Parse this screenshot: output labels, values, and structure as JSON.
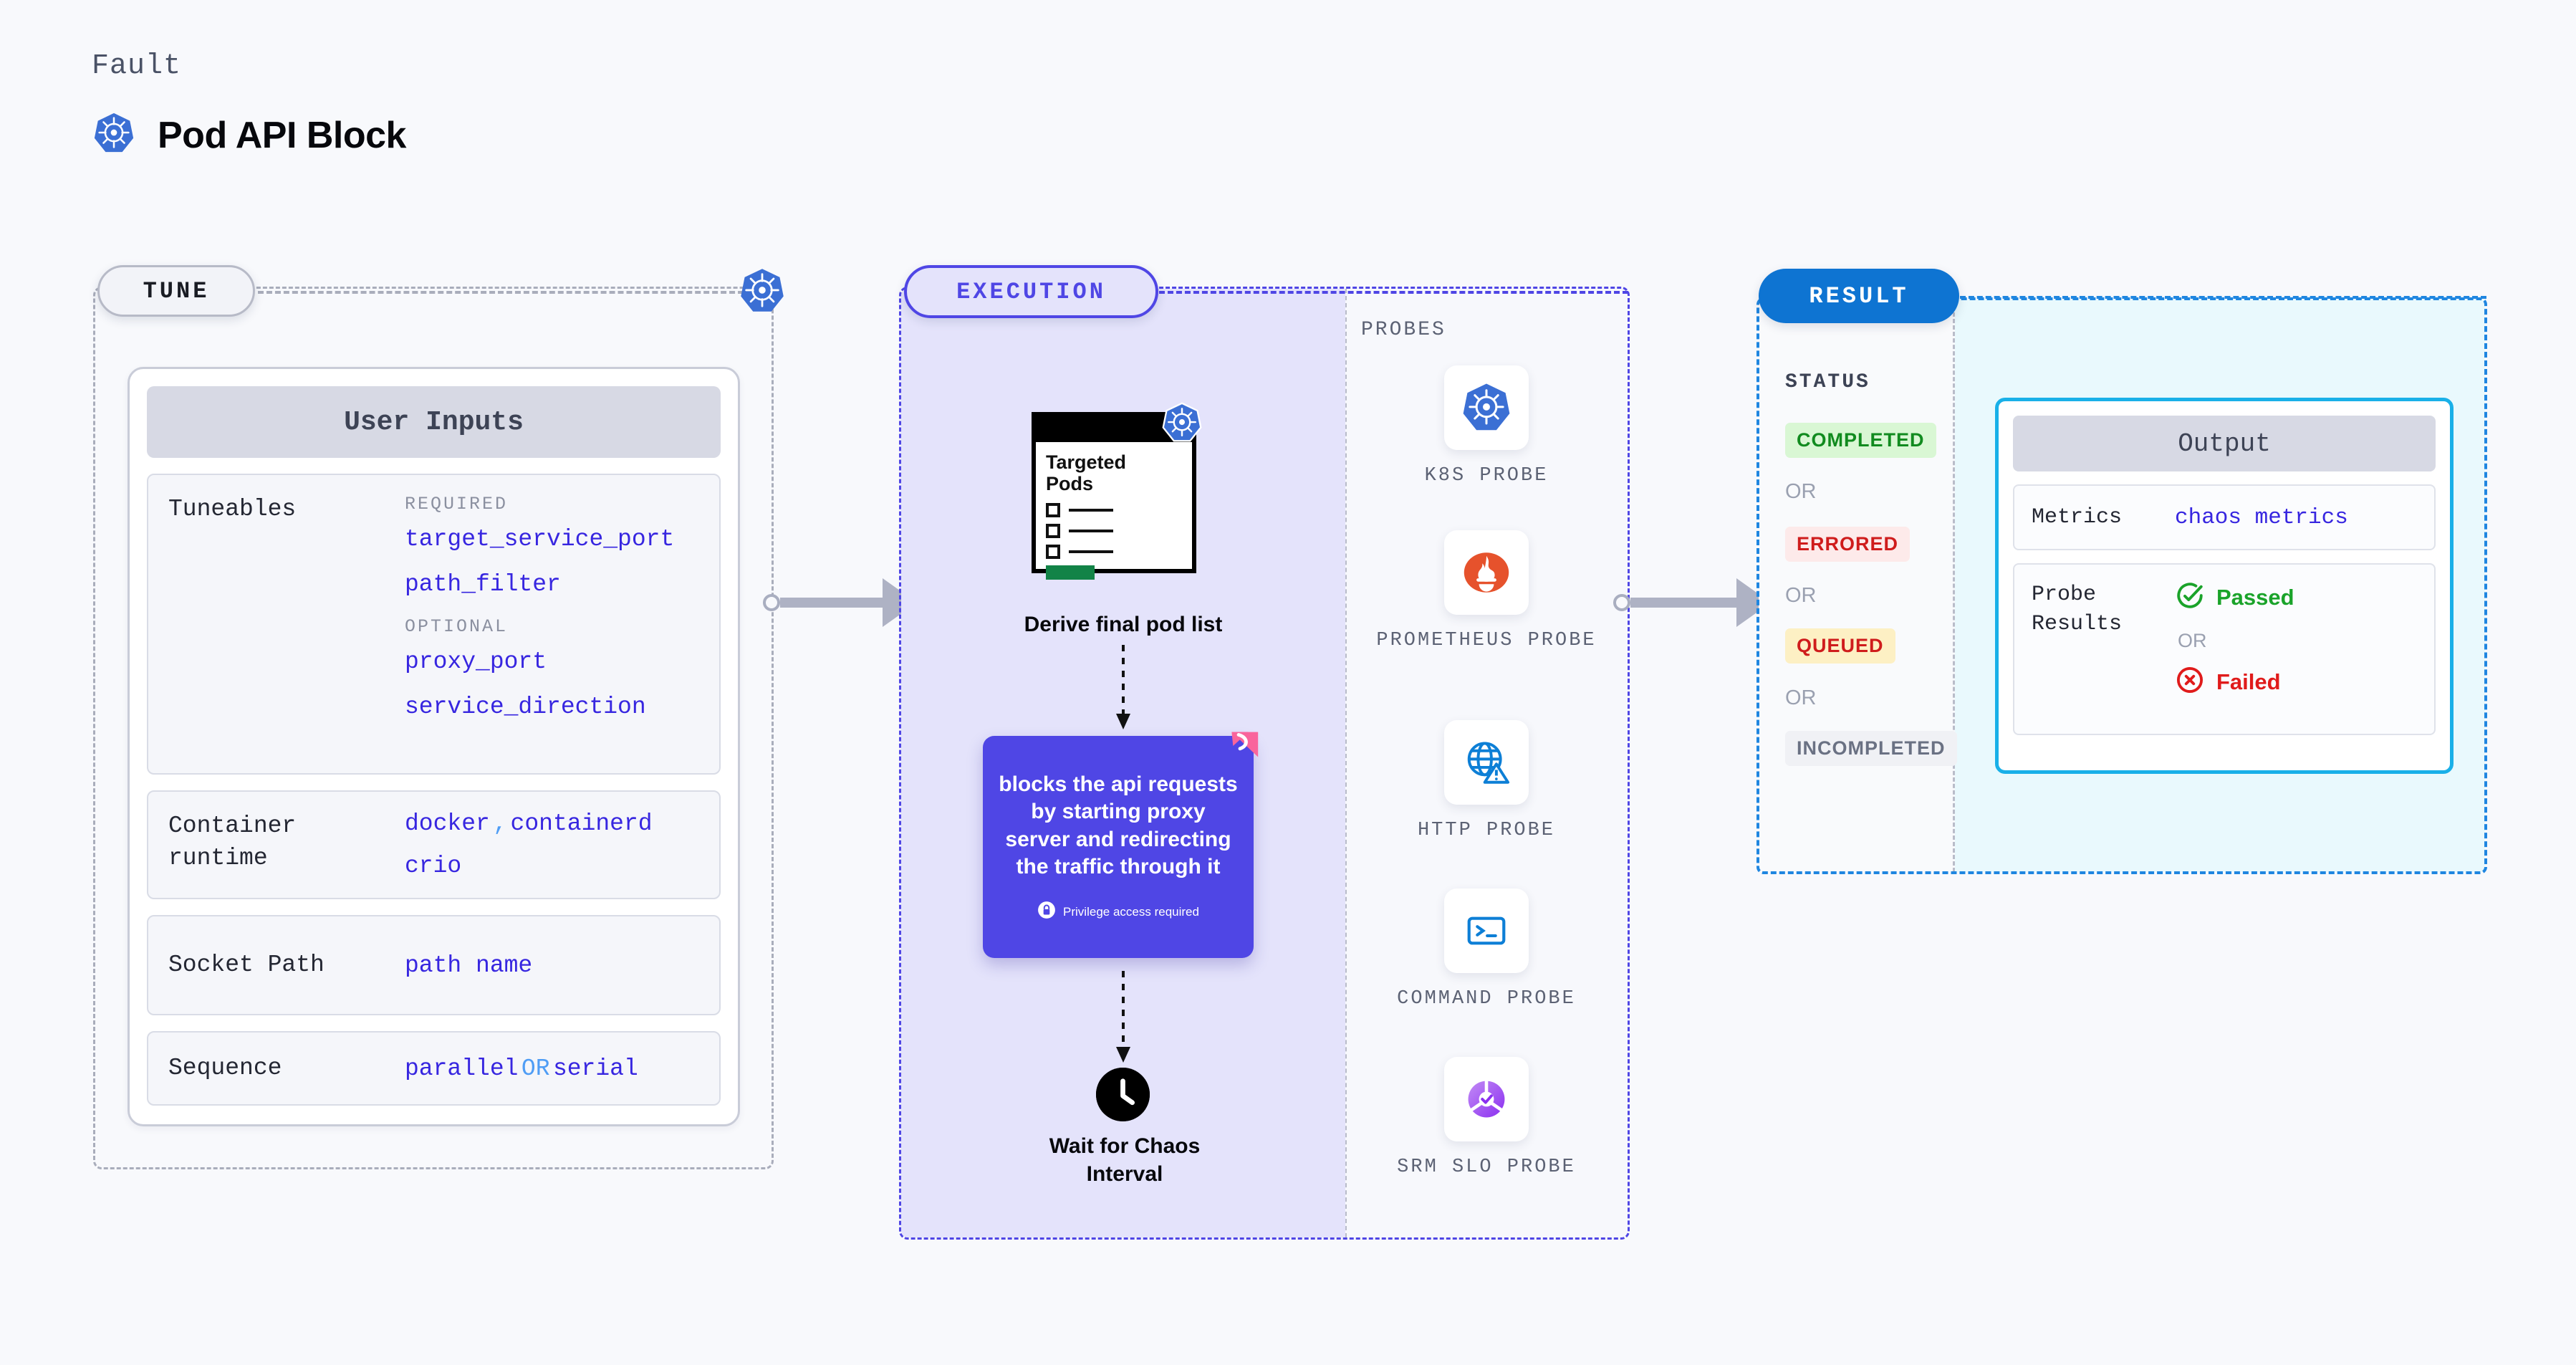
{
  "header": {
    "kicker": "Fault",
    "title": "Pod API Block",
    "icon": "kubernetes-icon"
  },
  "tune": {
    "badge": "TUNE",
    "card_title": "User Inputs",
    "rows": [
      {
        "label": "Tuneables",
        "required_tag": "REQUIRED",
        "required": [
          "target_service_port",
          "path_filter"
        ],
        "optional_tag": "OPTIONAL",
        "optional": [
          "proxy_port",
          "service_direction"
        ]
      },
      {
        "label": "Container runtime",
        "values_line1": [
          "docker",
          ",",
          "containerd"
        ],
        "values_line2": [
          "crio"
        ]
      },
      {
        "label": "Socket Path",
        "values_line1": [
          "path name"
        ]
      },
      {
        "label": "Sequence",
        "values_line1": [
          "parallel",
          "OR",
          "serial"
        ]
      }
    ]
  },
  "execution": {
    "badge": "EXECUTION",
    "pods_window": {
      "title_line1": "Targeted",
      "title_line2": "Pods",
      "icon": "kubernetes-icon"
    },
    "derive_label": "Derive final pod list",
    "action_card": {
      "text": "blocks the api requests by starting proxy server and redirecting the traffic through it",
      "privilege_note": "Privilege access required",
      "lock_icon": "lock-icon",
      "corner_icon": "litmus-chaos-icon"
    },
    "wait": {
      "icon": "clock-icon",
      "label_line1": "Wait for Chaos",
      "label_line2": "Interval"
    },
    "probes_title": "PROBES",
    "probes": [
      {
        "name": "K8S PROBE",
        "icon": "kubernetes-icon"
      },
      {
        "name": "PROMETHEUS PROBE",
        "icon": "prometheus-icon"
      },
      {
        "name": "HTTP PROBE",
        "icon": "globe-alert-icon"
      },
      {
        "name": "COMMAND PROBE",
        "icon": "terminal-icon"
      },
      {
        "name": "SRM SLO PROBE",
        "icon": "srm-slo-icon"
      }
    ]
  },
  "result": {
    "badge": "RESULT",
    "status_title": "STATUS",
    "or_label": "OR",
    "statuses": [
      {
        "label": "COMPLETED",
        "bg": "#d9f7d4",
        "fg": "#118b1f"
      },
      {
        "label": "ERRORED",
        "bg": "#fdeaea",
        "fg": "#cf1c1c"
      },
      {
        "label": "QUEUED",
        "bg": "#fdf0c4",
        "fg": "#cf1c1c"
      },
      {
        "label": "INCOMPLETED",
        "bg": "#f0f1f5",
        "fg": "#6a7183"
      }
    ],
    "output": {
      "title": "Output",
      "metrics_label": "Metrics",
      "metrics_value": "chaos metrics",
      "probe_results_label": "Probe Results",
      "passed_label": "Passed",
      "failed_label": "Failed",
      "or_label": "OR",
      "passed_icon": "check-circle-icon",
      "failed_icon": "x-circle-icon"
    }
  },
  "colors": {
    "accent_purple": "#4f46e5",
    "accent_blue": "#1f86e0",
    "k8s_blue": "#3b6fd4",
    "litmus_pink": "#f9659c",
    "tuneable_blue": "#3726e0",
    "pass_green": "#118b1f",
    "fail_red": "#d41d1d"
  }
}
